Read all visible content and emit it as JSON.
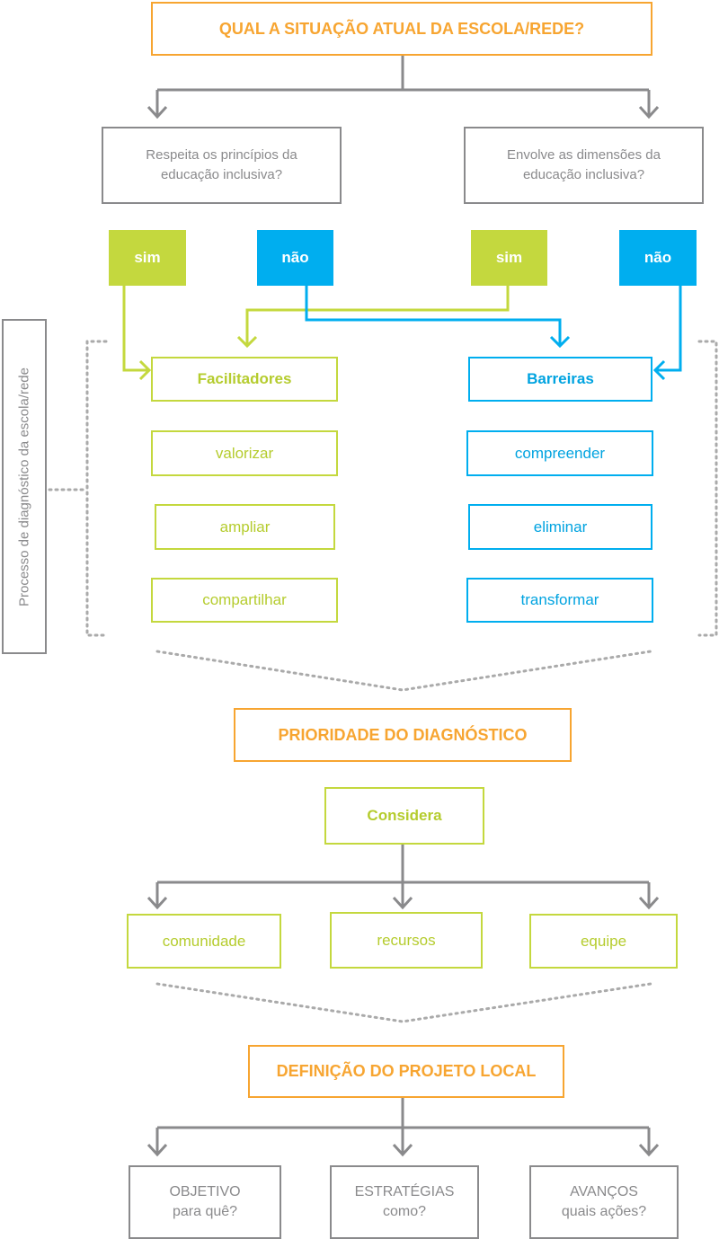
{
  "title": "QUAL A SITUAÇÃO ATUAL DA ESCOLA/REDE?",
  "questions": [
    "Respeita os princípios da educação inclusiva?",
    "Envolve as dimensões da educação inclusiva?"
  ],
  "answers": {
    "yes": "sim",
    "no": "não"
  },
  "process_label": "Processo de diagnóstico da escola/rede",
  "facilitators": {
    "title": "Facilitadores",
    "items": [
      "valorizar",
      "ampliar",
      "compartilhar"
    ]
  },
  "barriers": {
    "title": "Barreiras",
    "items": [
      "compreender",
      "eliminar",
      "transformar"
    ]
  },
  "priority": "PRIORIDADE DO DIAGNÓSTICO",
  "considers": {
    "title": "Considera",
    "items": [
      "comunidade",
      "recursos",
      "equipe"
    ]
  },
  "definition": "DEFINIÇÃO DO PROJETO LOCAL",
  "outcomes": [
    {
      "title": "OBJETIVO",
      "sub": "para quê?"
    },
    {
      "title": "ESTRATÉGIAS",
      "sub": "como?"
    },
    {
      "title": "AVANÇOS",
      "sub": "quais ações?"
    }
  ],
  "colors": {
    "orange": "#f7a531",
    "green": "#c4d83e",
    "blue": "#00aeef",
    "gray": "#8a8a8c"
  }
}
